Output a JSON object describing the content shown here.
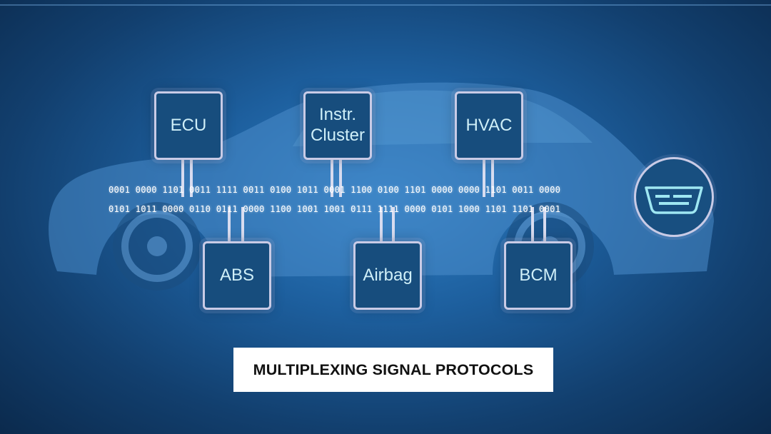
{
  "modules_top": [
    {
      "id": "ecu",
      "label": "ECU"
    },
    {
      "id": "instr-cluster",
      "label": "Instr.\nCluster"
    },
    {
      "id": "hvac",
      "label": "HVAC"
    }
  ],
  "modules_bottom": [
    {
      "id": "abs",
      "label": "ABS"
    },
    {
      "id": "airbag",
      "label": "Airbag"
    },
    {
      "id": "bcm",
      "label": "BCM"
    }
  ],
  "bus": {
    "line1": "0001 0000 1101 0011 1111 0011 0100 1011 0001 1100 0100 1101 0000 0000 1101 0011 0000",
    "line2": "0101 1011 0000 0110 0111 0000 1100 1001 1001 0111 1111 0000 0101 1000 1101 1101 0001"
  },
  "connector": {
    "icon": "obd-connector-icon"
  },
  "caption": "MULTIPLEXING SIGNAL PROTOCOLS",
  "colors": {
    "background": "#1d5f9e",
    "module_border": "#c9cbe6",
    "module_text": "#cfeff8",
    "connector_icon": "#9fe7f2"
  }
}
